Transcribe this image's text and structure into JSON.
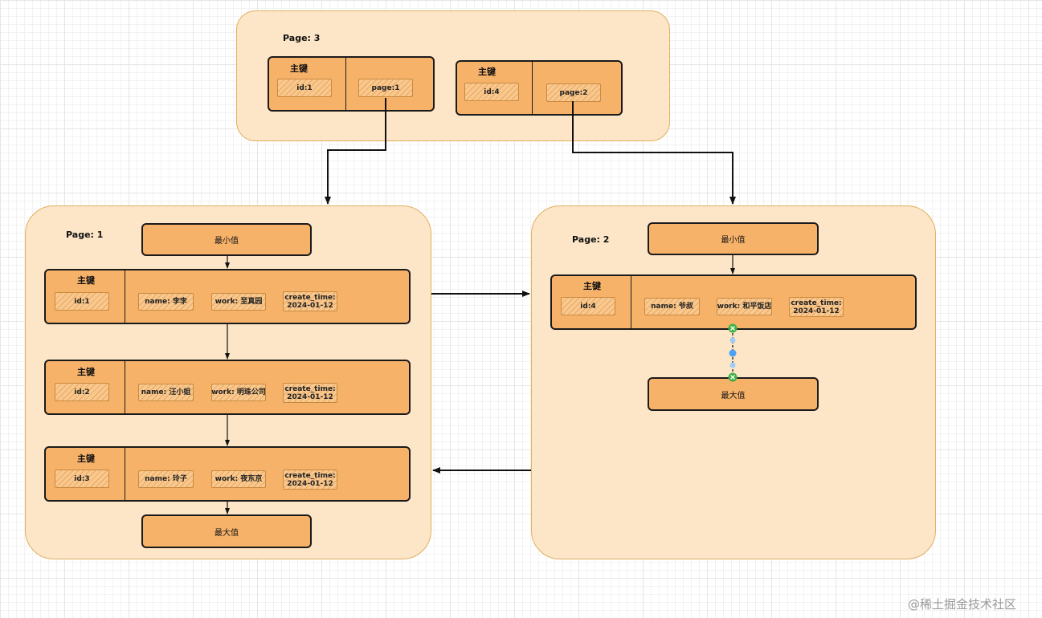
{
  "page3": {
    "label": "Page: 3",
    "entries": [
      {
        "pk": "主键",
        "id": "id:1",
        "page": "page:1"
      },
      {
        "pk": "主键",
        "id": "id:4",
        "page": "page:2"
      }
    ]
  },
  "page1": {
    "label": "Page: 1",
    "min": "最小值",
    "max": "最大值",
    "records": [
      {
        "pk": "主键",
        "id": "id:1",
        "name": "name: 李李",
        "work": "work: 至真园",
        "create_label": "create_time:",
        "create_value": "2024-01-12"
      },
      {
        "pk": "主键",
        "id": "id:2",
        "name": "name: 汪小姐",
        "work": "work: 明珠公司",
        "create_label": "create_time:",
        "create_value": "2024-01-12"
      },
      {
        "pk": "主键",
        "id": "id:3",
        "name": "name: 玲子",
        "work": "work: 夜东京",
        "create_label": "create_time:",
        "create_value": "2024-01-12"
      }
    ]
  },
  "page2": {
    "label": "Page: 2",
    "min": "最小值",
    "max": "最大值",
    "records": [
      {
        "pk": "主键",
        "id": "id:4",
        "name": "name: 爷叔",
        "work": "work: 和平饭店",
        "create_label": "create_time:",
        "create_value": "2024-01-12"
      }
    ]
  },
  "colors": {
    "page_fill": "#fde5c7",
    "record_fill": "#f7b26a",
    "arrow": "#111111",
    "connector_green": "#3cb043",
    "connector_blue": "#4aa3f0"
  },
  "icons": [
    "check-circle-icon",
    "connector-dot-icon"
  ],
  "watermark": "@稀土掘金技术社区"
}
